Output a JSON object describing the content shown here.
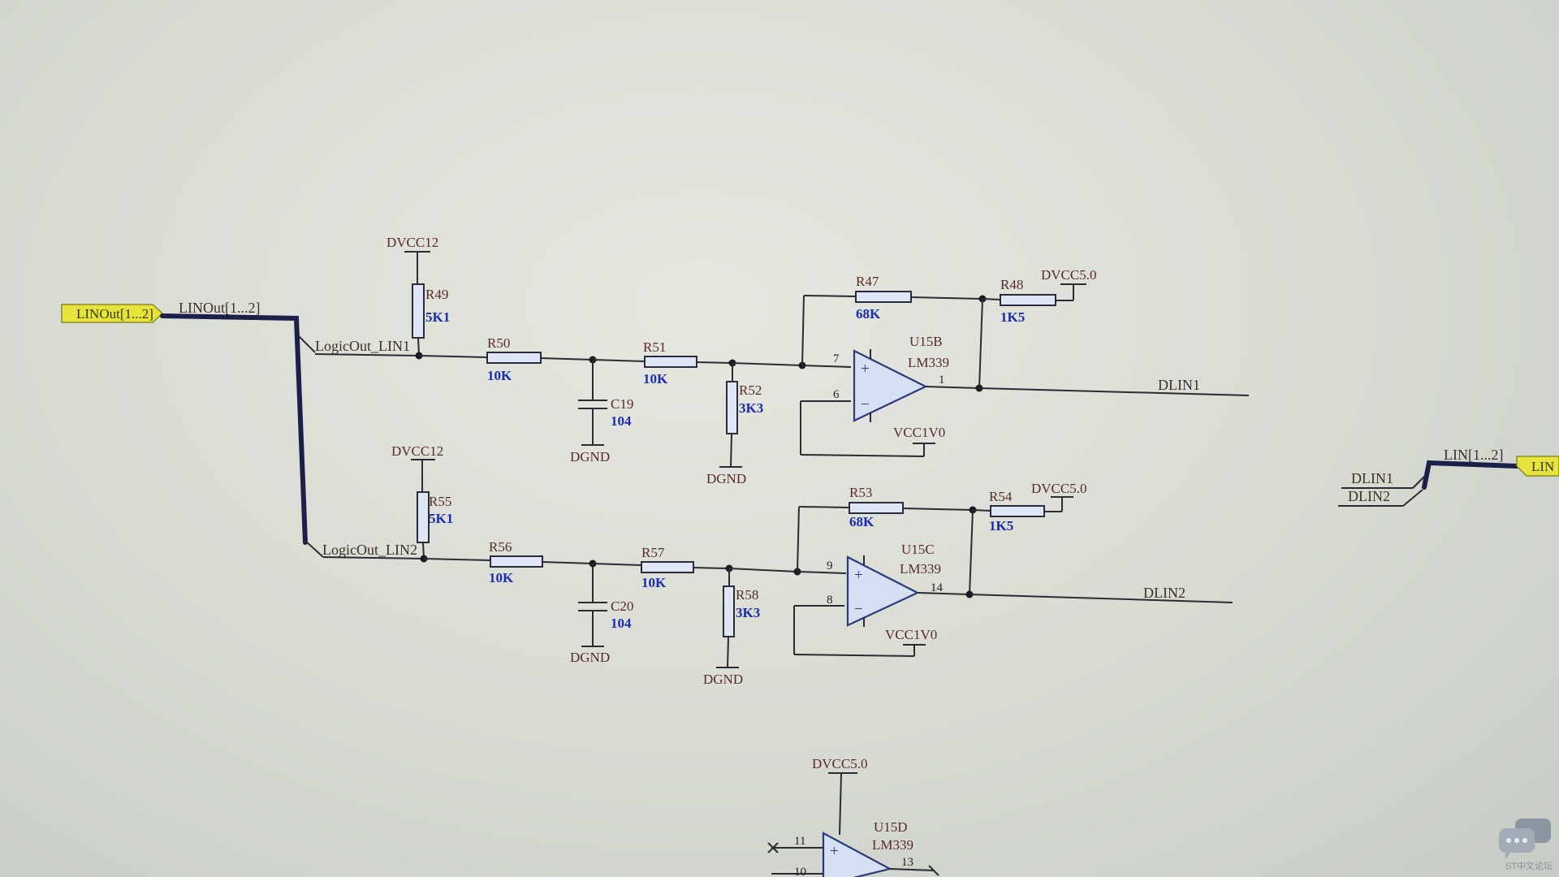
{
  "ports": {
    "left_label": "LINOut[1...2]",
    "right_label": "LIN"
  },
  "nets": {
    "bus_left": "LINOut[1...2]",
    "bus_right": "LIN[1...2]",
    "logic1": "LogicOut_LIN1",
    "logic2": "LogicOut_LIN2",
    "dlin1": "DLIN1",
    "dlin2": "DLIN2",
    "right_dlin1": "DLIN1",
    "right_dlin2": "DLIN2"
  },
  "power": {
    "dvcc12_a": "DVCC12",
    "dvcc12_b": "DVCC12",
    "dvcc50_a": "DVCC5.0",
    "dvcc50_b": "DVCC5.0",
    "dvcc50_c": "DVCC5.0",
    "vcc1v0_a": "VCC1V0",
    "vcc1v0_b": "VCC1V0",
    "dgnd_1": "DGND",
    "dgnd_2": "DGND",
    "dgnd_3": "DGND",
    "dgnd_4": "DGND"
  },
  "components": {
    "r49": {
      "ref": "R49",
      "value": "5K1"
    },
    "r50": {
      "ref": "R50",
      "value": "10K"
    },
    "r51": {
      "ref": "R51",
      "value": "10K"
    },
    "r52": {
      "ref": "R52",
      "value": "3K3"
    },
    "r47": {
      "ref": "R47",
      "value": "68K"
    },
    "r48": {
      "ref": "R48",
      "value": "1K5"
    },
    "c19": {
      "ref": "C19",
      "value": "104"
    },
    "r55": {
      "ref": "R55",
      "value": "5K1"
    },
    "r56": {
      "ref": "R56",
      "value": "10K"
    },
    "r57": {
      "ref": "R57",
      "value": "10K"
    },
    "r58": {
      "ref": "R58",
      "value": "3K3"
    },
    "r53": {
      "ref": "R53",
      "value": "68K"
    },
    "r54": {
      "ref": "R54",
      "value": "1K5"
    },
    "c20": {
      "ref": "C20",
      "value": "104"
    },
    "u15b": {
      "ref": "U15B",
      "value": "LM339",
      "pin_plus": "7",
      "pin_minus": "6",
      "pin_out": "1"
    },
    "u15c": {
      "ref": "U15C",
      "value": "LM339",
      "pin_plus": "9",
      "pin_minus": "8",
      "pin_out": "14"
    },
    "u15d": {
      "ref": "U15D",
      "value": "LM339",
      "pin_plus": "11",
      "pin_minus": "10",
      "pin_out": "13"
    }
  },
  "opamp_signs": {
    "plus": "+",
    "minus": "−"
  },
  "watermark": "ST中文论坛"
}
